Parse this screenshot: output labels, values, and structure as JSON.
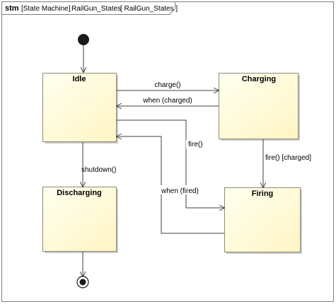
{
  "frame": {
    "keyword": "stm",
    "kind": "[State Machine]",
    "name": "RailGun_States",
    "name_bracket": "[ RailGun_States ]"
  },
  "states": {
    "idle": "Idle",
    "charging": "Charging",
    "discharging": "Discharging",
    "firing": "Firing"
  },
  "transitions": {
    "idle_to_charging": "charge()",
    "charging_to_idle": "when (charged)",
    "idle_to_firing": "fire()",
    "firing_to_idle": "when (fired)",
    "charging_to_firing": "fire() [charged]",
    "idle_to_discharging": "shutdown()"
  },
  "colors": {
    "state_fill_top": "#fffff0",
    "state_fill_bottom": "#fff5c4",
    "state_border": "#8c8c72",
    "edge": "#404040",
    "frame_border": "#7f7f7f"
  }
}
